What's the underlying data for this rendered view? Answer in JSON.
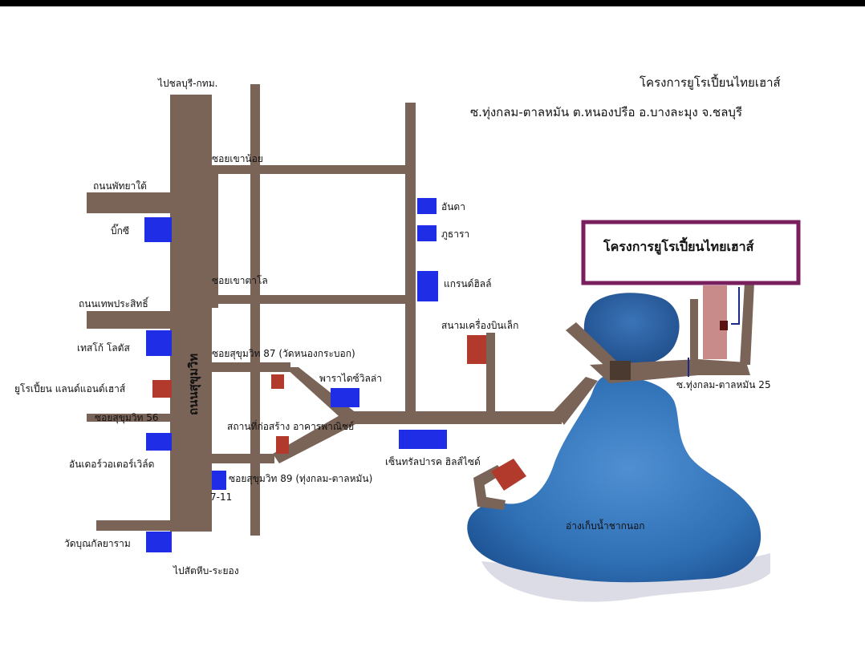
{
  "header": {
    "title": "โครงการยูโรเปี้ยนไทยเฮาส์",
    "address": "ซ.ทุ่งกลม-ตาลหมัน ต.หนองปรือ อ.บางละมุง จ.ชลบุรี"
  },
  "project_box": {
    "label": "โครงการยูโรเปี้ยนไทยเฮาส์"
  },
  "roads": {
    "to_bangkok": "ไปชลบุรี-กทม.",
    "to_rayong": "ไปสัตหีบ-ระยอง",
    "sukhumvit": "ถนนสุขุมวิท",
    "south_pattaya": "ถนนพัทยาใต้",
    "thepprasit": "ถนนเทพประสิทธิ์",
    "soi_sukhumvit_56": "ซอยสุขุมวิท 56",
    "soi_khao_noi": "ซอยเขาน้อย",
    "soi_khao_talo": "ซอยเขาตาโล",
    "soi_sukhumvit_87": "ซอยสุขุมวิท 87 (วัดหนองกระบอก)",
    "soi_sukhumvit_89": "ซอยสุขุมวิท 89 (ทุ่งกลม-ตาลหมัน)",
    "soi_thungklom_25": "ซ.ทุ่งกลม-ตาลหมัน 25"
  },
  "landmarks": {
    "big_c": "บิ๊กซี",
    "tesco_lotus": "เทสโก้ โลตัส",
    "european_land_house": "ยูโรเปี้ยน แลนด์แอนด์เฮาส์",
    "underwater_world": "อันเดอร์วอเตอร์เวิล์ด",
    "wat_boonkanjanaram": "วัดบุณกัลยาราม",
    "seven_eleven": "7-11",
    "anda": "อันดา",
    "phutara": "ภูธารา",
    "grand_hill": "แกรนด์ฮิลล์",
    "small_airfield": "สนามเครื่องบินเล็ก",
    "paradise_villa": "พาราไดซ์วิลล่า",
    "construction_site": "สถานที่ก่อสร้าง อาคารพาณิชย์",
    "central_park_hillside": "เซ็นทรัลปารค ฮิลส์ไซด์",
    "reservoir": "อ่างเก็บน้ำชากนอก"
  },
  "colors": {
    "road": "#7a6357",
    "landmark_blue": "#1f2ee6",
    "landmark_red": "#b23a2c",
    "water": "#2f6fb4",
    "project_frame": "#7a1f5e",
    "project_plot": "#c98a8a"
  }
}
